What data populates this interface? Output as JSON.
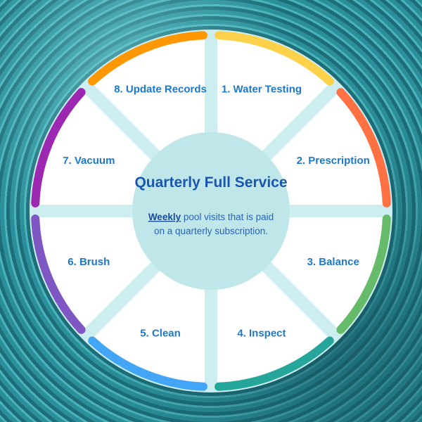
{
  "title": "Quarterly Full Service",
  "subtitle": {
    "emphasis": "Weekly",
    "line1_rest": " pool visits that is paid",
    "line2": "on a quarterly subscription."
  },
  "steps": [
    {
      "label": "1. Water Testing",
      "color": "#fdd24a"
    },
    {
      "label": "2. Prescription",
      "color": "#ff7043"
    },
    {
      "label": "3. Balance",
      "color": "#66bb6a"
    },
    {
      "label": "4. Inspect",
      "color": "#26a69a"
    },
    {
      "label": "5. Clean",
      "color": "#42a5f5"
    },
    {
      "label": "6. Brush",
      "color": "#7e57c2"
    },
    {
      "label": "7. Vacuum",
      "color": "#9c27b0"
    },
    {
      "label": "8. Update Records",
      "color": "#ff9800"
    }
  ]
}
